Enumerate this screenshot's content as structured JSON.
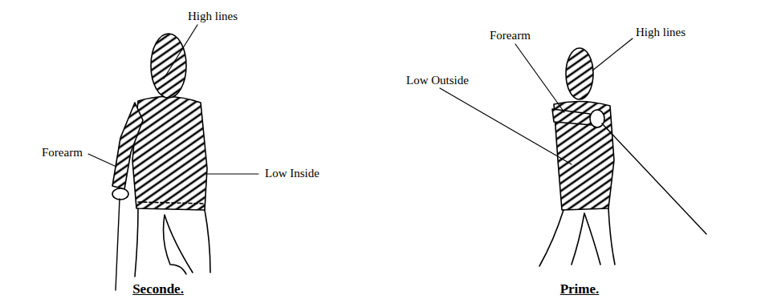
{
  "diagram": {
    "labels": [
      "High lines",
      "Forearm",
      "Low Inside",
      "Seconde.",
      "Forearm",
      "High lines",
      "Low Outside",
      "Prime."
    ]
  }
}
